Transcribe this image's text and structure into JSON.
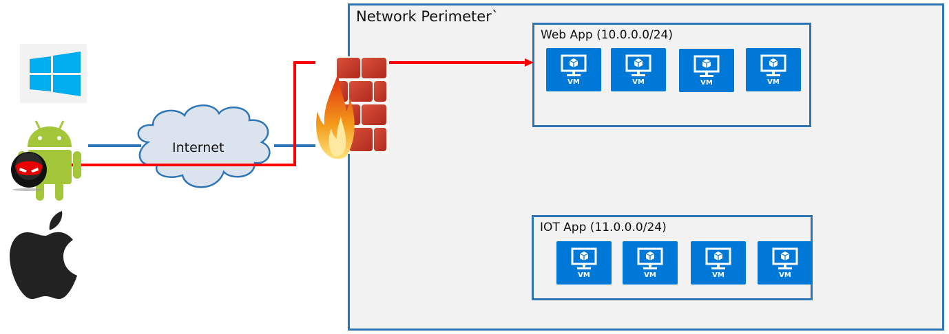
{
  "diagram": {
    "perimeter": {
      "label": "Network Perimeter`"
    },
    "subnets": [
      {
        "name": "web",
        "label": "Web App (10.0.0.0/24)",
        "vms": [
          "VM",
          "VM",
          "VM",
          "VM"
        ]
      },
      {
        "name": "iot",
        "label": "IOT App (11.0.0.0/24)",
        "vms": [
          "VM",
          "VM",
          "VM",
          "VM"
        ]
      }
    ],
    "cloud": {
      "label": "Internet"
    },
    "clients": [
      {
        "name": "windows",
        "icon": "windows-logo-icon"
      },
      {
        "name": "android",
        "icon": "android-logo-icon"
      },
      {
        "name": "attacker",
        "icon": "hacker-icon"
      },
      {
        "name": "apple",
        "icon": "apple-logo-icon"
      }
    ],
    "firewall": {
      "icon": "firewall-icon"
    },
    "colors": {
      "border": "#2e75b6",
      "vm": "#0078d7",
      "attack_path": "#ff0000",
      "normal_path": "#2e75b6",
      "background": "#f2f2f2"
    }
  }
}
